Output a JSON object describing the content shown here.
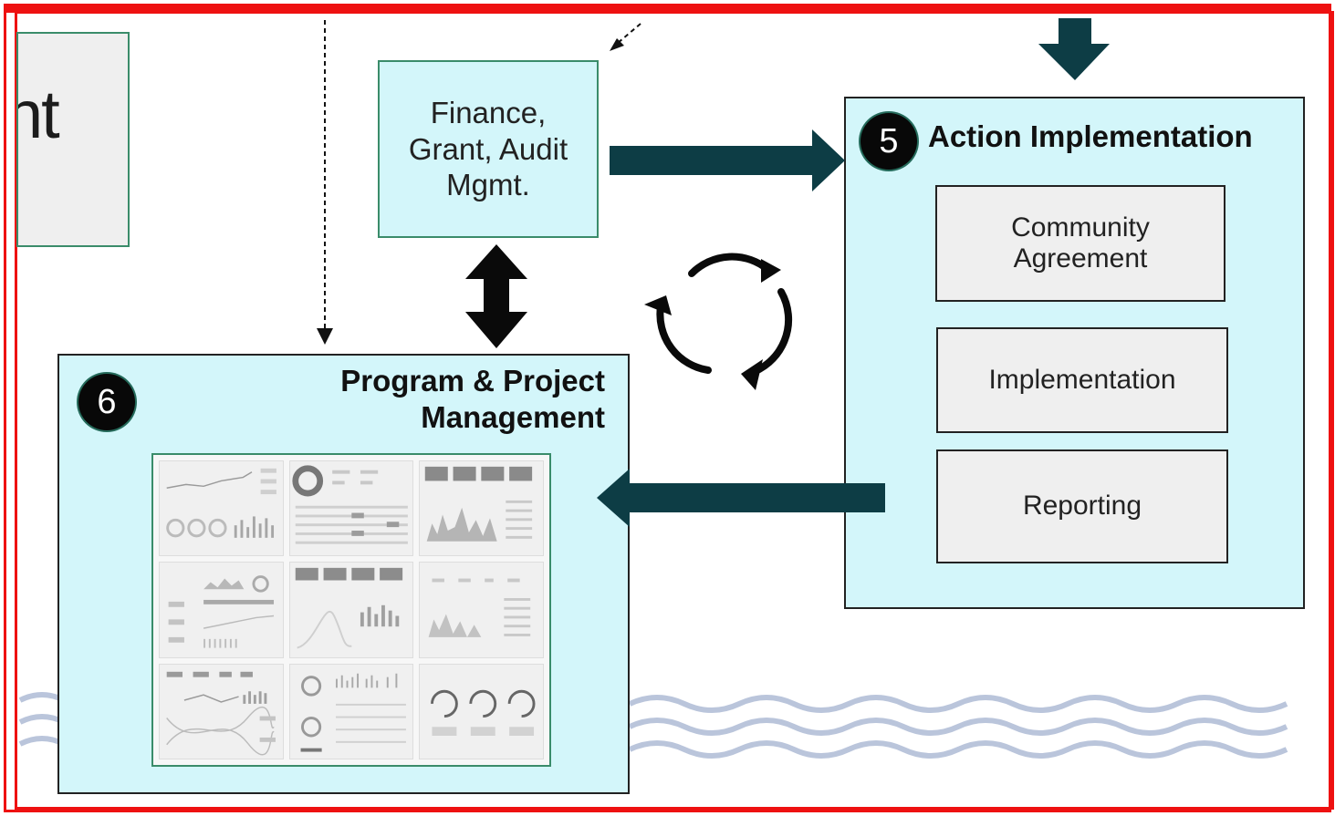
{
  "partial_box": {
    "text": "nt"
  },
  "finance": {
    "line1": "Finance,",
    "line2": "Grant, Audit",
    "line3": "Mgmt."
  },
  "action": {
    "number": "5",
    "title": "Action Implementation",
    "steps": [
      {
        "line1": "Community",
        "line2": "Agreement"
      },
      {
        "label": "Implementation"
      },
      {
        "label": "Reporting"
      }
    ]
  },
  "program": {
    "number": "6",
    "title_line1": "Program & Project",
    "title_line2": "Management"
  },
  "colors": {
    "frame_red": "#ee1111",
    "light_cyan": "#d3f6fa",
    "arrow_teal": "#0d3d45",
    "box_grey": "#efefef",
    "box_border_green": "#3a8c6a",
    "wave_blue": "#a9b7d3"
  },
  "icons": {
    "cycle": "cycle-arrows-icon",
    "dashboard": "dashboard-thumbnail-image"
  }
}
